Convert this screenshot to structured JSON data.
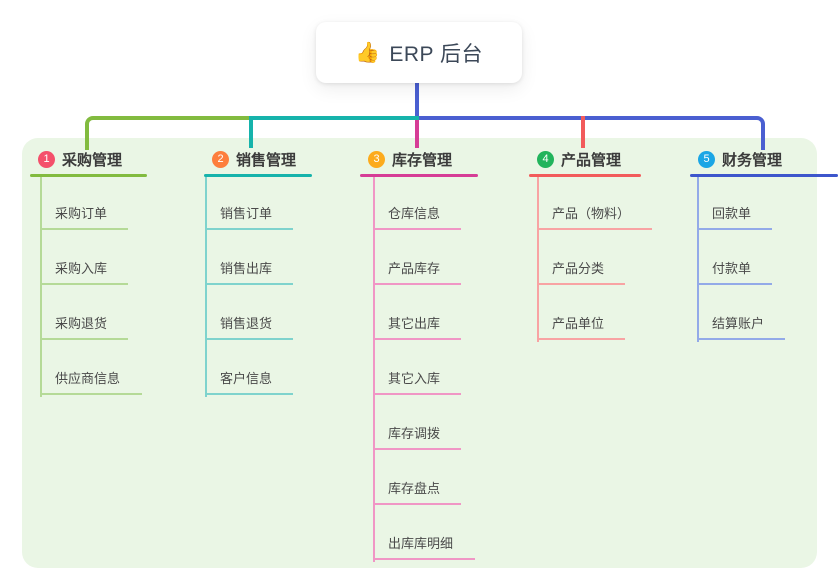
{
  "root": {
    "icon": "👍",
    "label": "ERP 后台"
  },
  "colors": {
    "background": "#ffffff",
    "panel": "#eaf6e5",
    "root_connector": "#4a5fd1",
    "root_text": "#3c4858"
  },
  "branches": [
    {
      "num": "1",
      "label": "采购管理",
      "badge_color": "#f4506b",
      "line_color": "#82bb3f",
      "child_line_color": "#b5da97",
      "children": [
        "采购订单",
        "采购入库",
        "采购退货",
        "供应商信息"
      ]
    },
    {
      "num": "2",
      "label": "销售管理",
      "badge_color": "#fd7e3d",
      "line_color": "#16b3ab",
      "child_line_color": "#7fd3cd",
      "children": [
        "销售订单",
        "销售出库",
        "销售退货",
        "客户信息"
      ]
    },
    {
      "num": "3",
      "label": "库存管理",
      "badge_color": "#fcab1d",
      "line_color": "#d63d96",
      "child_line_color": "#f096c5",
      "children": [
        "仓库信息",
        "产品库存",
        "其它出库",
        "其它入库",
        "库存调拨",
        "库存盘点",
        "出库库明细"
      ]
    },
    {
      "num": "4",
      "label": "产品管理",
      "badge_color": "#22b45c",
      "line_color": "#f25b5b",
      "child_line_color": "#f8a3a3",
      "children": [
        "产品（物料）",
        "产品分类",
        "产品单位"
      ]
    },
    {
      "num": "5",
      "label": "财务管理",
      "badge_color": "#1ba6e5",
      "line_color": "#3d56cc",
      "child_line_color": "#93aae8",
      "children": [
        "回款单",
        "付款单",
        "结算账户"
      ]
    }
  ]
}
